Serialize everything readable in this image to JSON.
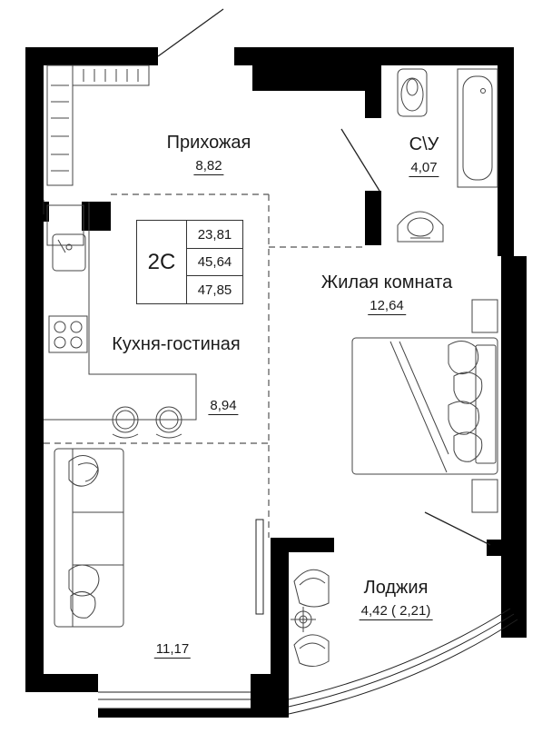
{
  "apartment": {
    "type": "2С",
    "areas": [
      "23,81",
      "45,64",
      "47,85"
    ]
  },
  "rooms": {
    "hallway": {
      "name": "Прихожая",
      "area": "8,82"
    },
    "bathroom": {
      "name": "С\\У",
      "area": "4,07"
    },
    "living_room": {
      "name": "Жилая комната",
      "area": "12,64"
    },
    "kitchen": {
      "name": "Кухня-гостиная",
      "area": "8,94"
    },
    "lounge": {
      "area": "11,17"
    },
    "loggia": {
      "name": "Лоджия",
      "area": "4,42 ( 2,21)"
    }
  },
  "colors": {
    "wall": "#000000",
    "line": "#222222",
    "dashed": "#555555",
    "furniture": "#444444"
  }
}
